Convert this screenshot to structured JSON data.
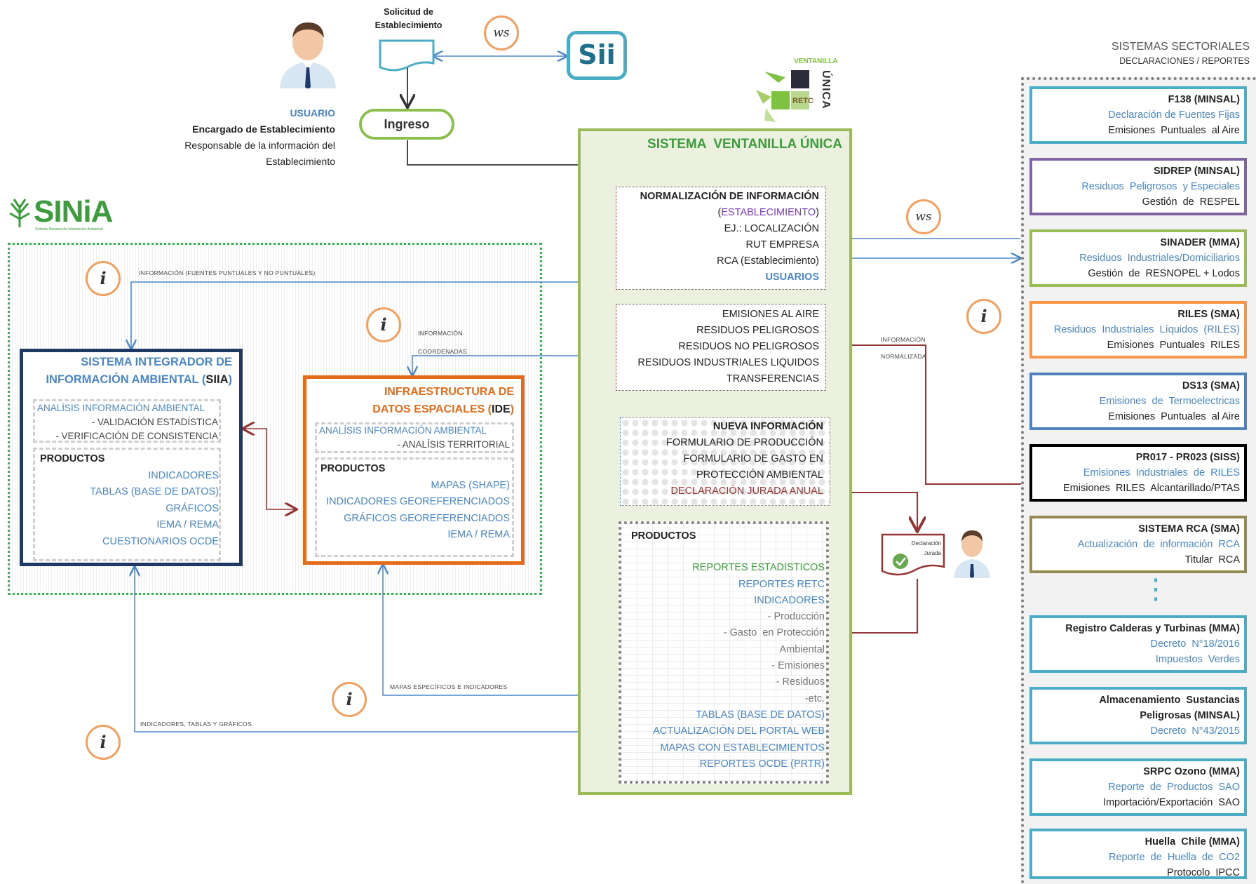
{
  "top": {
    "solicitud": [
      "Solicitud de",
      "Establecimiento"
    ],
    "ws": "ws",
    "sii": "Sii",
    "ingreso": "Ingreso",
    "usuario": {
      "role": "USUARIO",
      "line1": "Encargado de Establecimiento",
      "line2": "Responsable de la información del",
      "line3": "Establecimiento"
    }
  },
  "logo_ventanilla": {
    "top": "VENTANILLA",
    "side": "ÚNICA",
    "retc": "RETC"
  },
  "sinia": {
    "logo": "SINiA",
    "subtitle": "Sistema Nacional de Información Ambiental"
  },
  "info_labels": {
    "fuentes": "INFORMACIÓN (FUENTES PUNTUALES Y NO PUNTUALES)",
    "coordenadas_1": "INFORMACIÓN",
    "coordenadas_2": "COORDENADAS",
    "normalizada_1": "INFORMACIÓN",
    "normalizada_2": "NORMALIZADA",
    "mapas": "MAPAS ESPECÍFICOS E INDICADORES",
    "indicadores": "INDICADORES, TABLAS Y GRÁFICOS",
    "i": "i"
  },
  "siia": {
    "title_1": "SISTEMA INTEGRADOR DE",
    "title_2a": "INFORMACIÓN AMBIENTAL (",
    "title_2b": "SIIA",
    "title_2c": ")",
    "analisis": "ANALÍSIS INFORMACIÓN AMBIENTAL",
    "sub1": "- VALIDACIÓN ESTADÍSTICA",
    "sub2": "- VERIFICACIÓN DE CONSISTENCIA",
    "productos": "PRODUCTOS",
    "items": [
      "INDICADORES",
      "TABLAS (BASE DE DATOS)",
      "GRÁFICOS",
      "IEMA / REMA",
      "CUESTIONARIOS OCDE"
    ]
  },
  "ide": {
    "title_1": "INFRAESTRUCTURA DE",
    "title_2a": "DATOS ESPACIALES (",
    "title_2b": "IDE",
    "title_2c": ")",
    "analisis": "ANALÍSIS INFORMACIÓN AMBIENTAL",
    "sub1": "- ANALÍSIS TERRITORIAL",
    "productos": "PRODUCTOS",
    "items": [
      "MAPAS (SHAPE)",
      "INDICADORES GEOREFERENCIADOS",
      "GRÁFICOS GEOREFERENCIADOS",
      "IEMA / REMA"
    ]
  },
  "ventanilla": {
    "title": "SISTEMA  VENTANILLA ÚNICA",
    "norm": {
      "title": "NORMALIZACIÓN DE INFORMACIÓN",
      "est_open": "(",
      "est": "ESTABLECIMIENTO",
      "est_close": ")",
      "l1": "EJ.: LOCALIZACIÓN",
      "l2": "RUT  EMPRESA",
      "l3": "RCA (Establecimiento)",
      "usuarios": "USUARIOS"
    },
    "emis": [
      "EMISIONES AL AIRE",
      "RESIDUOS PELIGROSOS",
      "RESIDUOS NO PELIGROSOS",
      "RESIDUOS INDUSTRIALES LIQUIDOS",
      "TRANSFERENCIAS"
    ],
    "nueva": {
      "title": "NUEVA INFORMACIÓN",
      "l1": "FORMULARIO DE PRODUCCIÓN",
      "l2": "FORMULARIO DE GASTO EN",
      "l3": "PROTECCIÓN AMBIENTAL",
      "l4": "DECLARACIÓN JURADA ANUAL"
    },
    "productos": {
      "title": "PRODUCTOS",
      "reportes": "REPORTES ESTADISTICOS",
      "items": [
        "REPORTES RETC",
        "INDICADORES",
        "- Producción",
        "- Gasto  en Protección",
        "Ambiental",
        "- Emisiones",
        "- Residuos",
        "-etc.",
        "TABLAS (BASE DE DATOS)",
        "ACTUALIZACIÓN DEL PORTAL WEB",
        "MAPAS CON ESTABLECIMIENTOS",
        "REPORTES OCDE  (PRTR)"
      ]
    }
  },
  "declaracion": [
    "Declaración",
    "Jurada"
  ],
  "sectoriales": {
    "title": "SISTEMAS SECTORIALES",
    "subtitle": "DECLARACIONES / REPORTES",
    "dots": "⋮",
    "items": [
      {
        "title": "F138 (MINSAL)",
        "l2": "Declaración de Fuentes Fijas",
        "l3": "Emisiones  Puntuales  al Aire",
        "color": "#4bacc6"
      },
      {
        "title": "SIDREP (MINSAL)",
        "l2": "Residuos  Peligrosos  y Especiales",
        "l3": "Gestión  de  RESPEL",
        "color": "#8064a2"
      },
      {
        "title": "SINADER (MMA)",
        "l2": "Residuos  Industriales/Domiciliarios",
        "l3": "Gestión  de  RESNOPEL + Lodos",
        "color": "#9bbb59"
      },
      {
        "title": "RILES (SMA)",
        "l2": "Residuos  Industriales  Líquidos  (RILES)",
        "l3": "Emisiones  Puntuales  RILES",
        "color": "#f79646"
      },
      {
        "title": "DS13 (SMA)",
        "l2": "Emisiones  de  Termoelectricas",
        "l3": "Emisiones  Puntuales  al Aire",
        "color": "#4f81bd"
      },
      {
        "title": "PR017 - PR023 (SISS)",
        "l2": "Emisiones  Industriales  de  RILES",
        "l3": "Emisiones  RILES  Alcantarillado/PTAS",
        "color": "#000000"
      },
      {
        "title": "SISTEMA RCA (SMA)",
        "l2": "Actualización  de  información  RCA",
        "l3": "Titular  RCA",
        "color": "#948a54"
      },
      {
        "title": "Registro Calderas y Turbinas (MMA)",
        "l2": "Decreto  N°18/2016",
        "l3": "Impuestos  Verdes",
        "color": "#4bacc6"
      },
      {
        "title": "Almacenamiento  Sustancias",
        "l2": "Peligrosas (MINSAL)",
        "l3": "Decreto  N°43/2015",
        "color": "#4bacc6"
      },
      {
        "title": "SRPC Ozono (MMA)",
        "l2": "Reporte  de  Productos  SAO",
        "l3": "Importación/Exportación  SAO",
        "color": "#4bacc6"
      },
      {
        "title": "Huella  Chile (MMA)",
        "l2": "Reporte  de  Huella  de  CO2",
        "l3": "Protocolo  IPCC",
        "color": "#4bacc6"
      }
    ]
  }
}
